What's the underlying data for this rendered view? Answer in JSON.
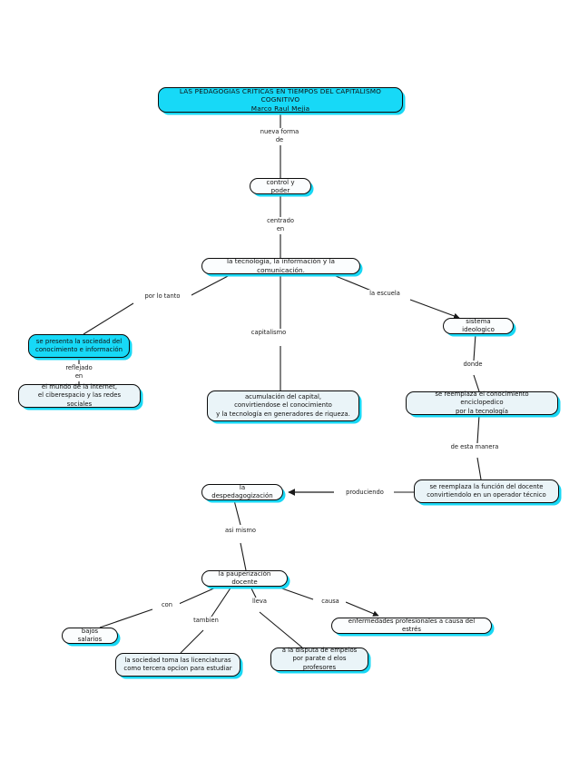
{
  "map": {
    "title": "LAS PEDAGOGIAS CRITICAS EN TIEMPOS DEL CAPITALISMO COGNITIVO\nMarco Raul Mejia",
    "colors": {
      "node_fill_cyan": "#17d9f7",
      "node_fill_pale": "#eaf4f8",
      "node_border": "#0b0b0b",
      "node_shadow": "#18d8f5",
      "link_line": "#1a1a1a",
      "background": "#ffffff"
    }
  },
  "nodes": {
    "title": "LAS PEDAGOGIAS CRITICAS EN TIEMPOS DEL CAPITALISMO COGNITIVO\nMarco Raul Mejia",
    "control": "control y poder",
    "tic": "la tecnología, la información y la comunicación.",
    "sociedad": "se presenta la sociedad del\nconocimiento e información",
    "mundo": "el mundo de la internet,\nel ciberespacio y las redes sociales",
    "capital": "acumulación del capital,\nconvirtiendose el conocimiento\ny la tecnología en generadores de riqueza.",
    "sistema": "sistema ideologico",
    "enciclopedico": "se reemplaza el conocimiento enciclopedico\npor la tecnología",
    "docente": "se reemplaza la función del docente\nconvirtiendolo en un operador técnico",
    "despedagogizacion": "la despedagogización",
    "pauperizacion": "la pauperización docente",
    "bajos_salarios": "bajos salarios",
    "licenciaturas": "la sociedad toma las licenciaturas\ncomo tercera opcion para estudiar",
    "disputa": "a la disputa de empelos\npor parate d elos profesores",
    "enfermedades": "enfermedades profesionales a causa del estrés"
  },
  "link_labels": {
    "nueva_forma_de": "nueva forma\nde",
    "centrado_en": "centrado\nen",
    "por_lo_tanto": "por lo tanto",
    "la_escuela": "la escuela",
    "capitalismo": "capitalismo",
    "reflejado_en": "reflejado\nen",
    "donde": "donde",
    "de_esta_manera": "de esta manera",
    "produciendo": "produciendo",
    "asi_mismo": "asi mismo",
    "con": "con",
    "tambien": "tambien",
    "lleva": "lleva",
    "causa": "causa"
  }
}
